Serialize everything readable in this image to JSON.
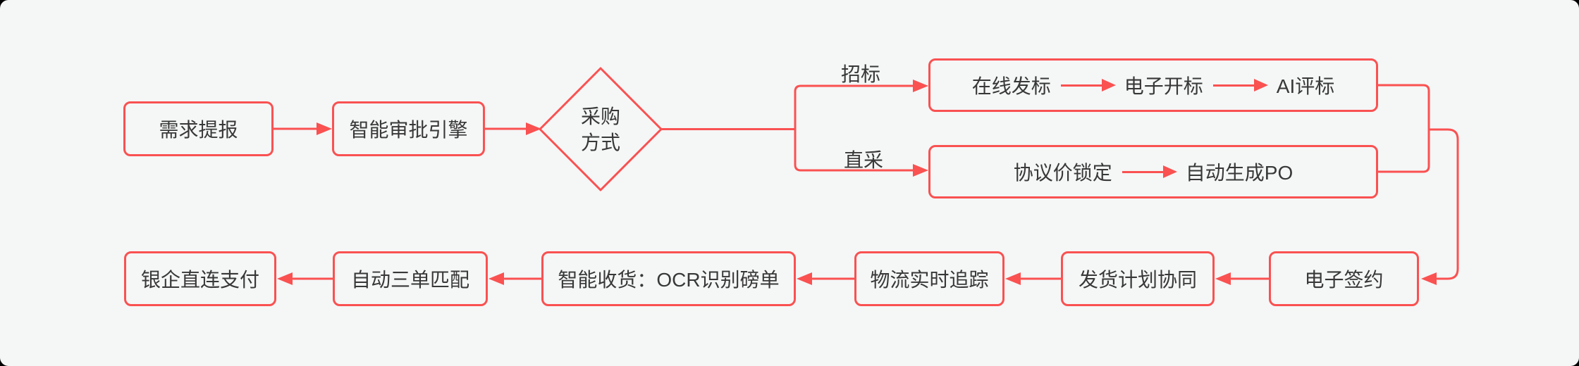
{
  "theme": {
    "background": "#F5F6F6",
    "outside_corners": "#000000",
    "accent": "#FA5151",
    "text": "#383838"
  },
  "diagram": {
    "nodes": {
      "demand": "需求提报",
      "approval": "智能审批引擎",
      "decision": "采购\n方式",
      "signing": "电子签约",
      "shipping": "发货计划协同",
      "logistics": "物流实时追踪",
      "receiving": "智能收货：OCR识别磅单",
      "match": "自动三单匹配",
      "payment": "银企直连支付"
    },
    "branches": {
      "bidding": {
        "edge_label": "招标",
        "steps": [
          "在线发标",
          "电子开标",
          "AI评标"
        ]
      },
      "direct": {
        "edge_label": "直采",
        "steps": [
          "协议价锁定",
          "自动生成PO"
        ]
      }
    }
  }
}
